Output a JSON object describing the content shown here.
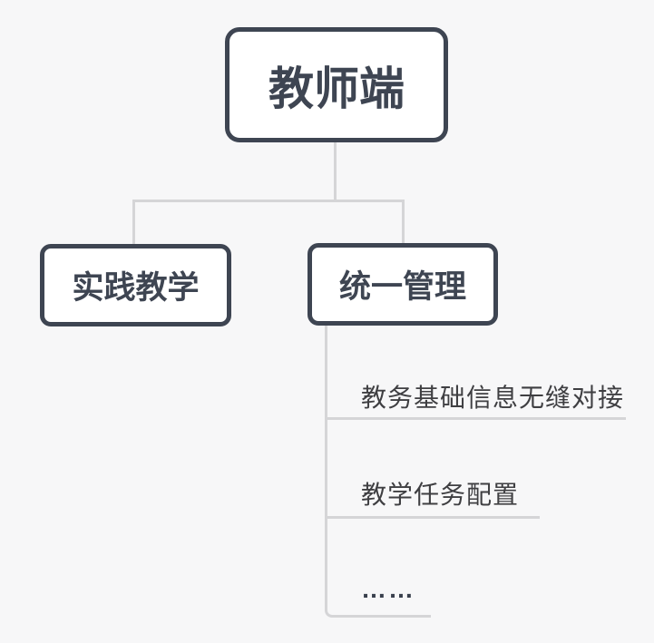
{
  "diagram": {
    "type": "mindmap",
    "root": {
      "label": "教师端"
    },
    "children": [
      {
        "label": "实践教学",
        "subtopics": []
      },
      {
        "label": "统一管理",
        "subtopics": [
          "教务基础信息无缝对接",
          "教学任务配置",
          "……"
        ]
      }
    ]
  },
  "colors": {
    "background": "#f7f7f8",
    "node_border": "#3e4552",
    "node_fill": "#ffffff",
    "node_text": "#3e4552",
    "connector": "#d5d5d7",
    "subtopic_text": "#3f3f42"
  }
}
